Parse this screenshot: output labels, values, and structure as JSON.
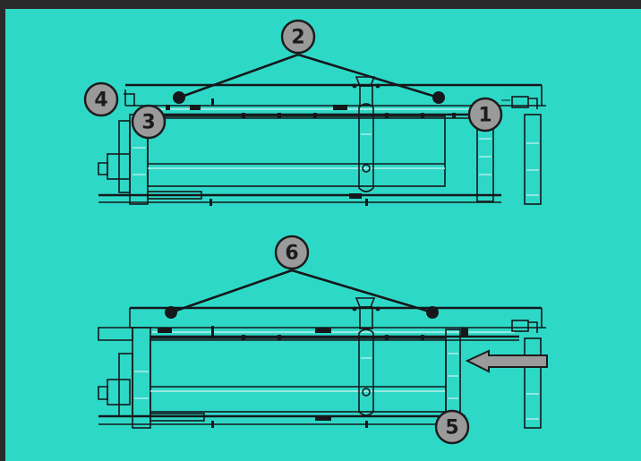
{
  "colors": {
    "background": "#2ed8c7",
    "frame": "#2a2a2a",
    "line": "#15171a",
    "badge_fill": "#9a9a9a",
    "arrow_fill": "#9a9a9a"
  },
  "top_view": {
    "callouts": [
      "1",
      "2",
      "3",
      "4"
    ]
  },
  "bottom_view": {
    "callouts": [
      "5",
      "6"
    ],
    "arrow_direction": "left"
  }
}
